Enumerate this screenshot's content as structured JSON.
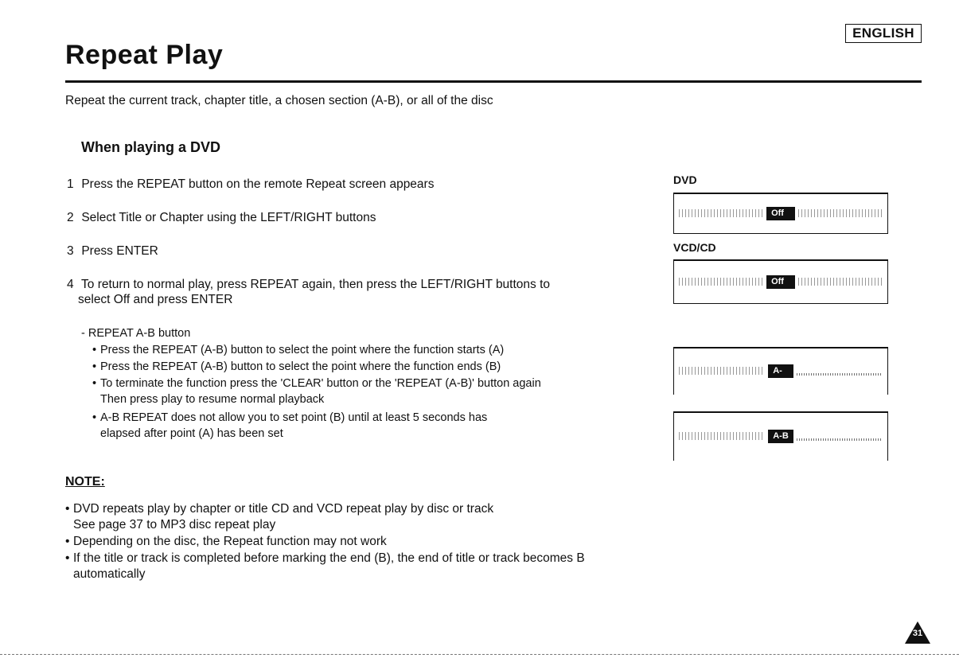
{
  "header": {
    "language": "ENGLISH",
    "title": "Repeat Play"
  },
  "intro": "Repeat the current track, chapter title, a chosen section (A-B), or all of the disc",
  "section_heading": "When playing a DVD",
  "steps": [
    {
      "num": "1",
      "text": "Press the REPEAT button on the remote Repeat screen appears"
    },
    {
      "num": "2",
      "text": "Select Title or Chapter using the LEFT/RIGHT buttons"
    },
    {
      "num": "3",
      "text": "Press ENTER"
    },
    {
      "num": "4",
      "text": "To return to normal play, press REPEAT again, then press the LEFT/RIGHT buttons to",
      "text2": "select Off and press ENTER"
    }
  ],
  "ab": {
    "heading": "- REPEAT A-B button",
    "bullets": [
      "Press the REPEAT (A-B) button to select the point where the function starts (A)",
      "Press the REPEAT (A-B) button to select the point where the function ends (B)",
      "To terminate the function press the 'CLEAR' button or the 'REPEAT (A-B)' button again",
      "A-B REPEAT does not allow you to set point (B) until at least 5 seconds has"
    ],
    "cont3": "Then press play to resume normal playback",
    "cont4": "elapsed after point (A) has been set",
    "dot": "•"
  },
  "note": {
    "heading": "NOTE:",
    "line1": "DVD repeats play by chapter or title CD and VCD repeat play by disc or track",
    "line1b": "See page 37 to MP3 disc repeat play",
    "line2": "Depending on the disc, the Repeat function may not work",
    "line3": "If the title or track is completed before marking the end (B), the end of title or track becomes B",
    "line3b": "automatically"
  },
  "osd": {
    "dvd_label": "DVD",
    "vcd_label": "VCD/CD",
    "off_chip": "Off",
    "a_chip": "A-",
    "ab_chip": "A-B"
  },
  "page_number": "31"
}
